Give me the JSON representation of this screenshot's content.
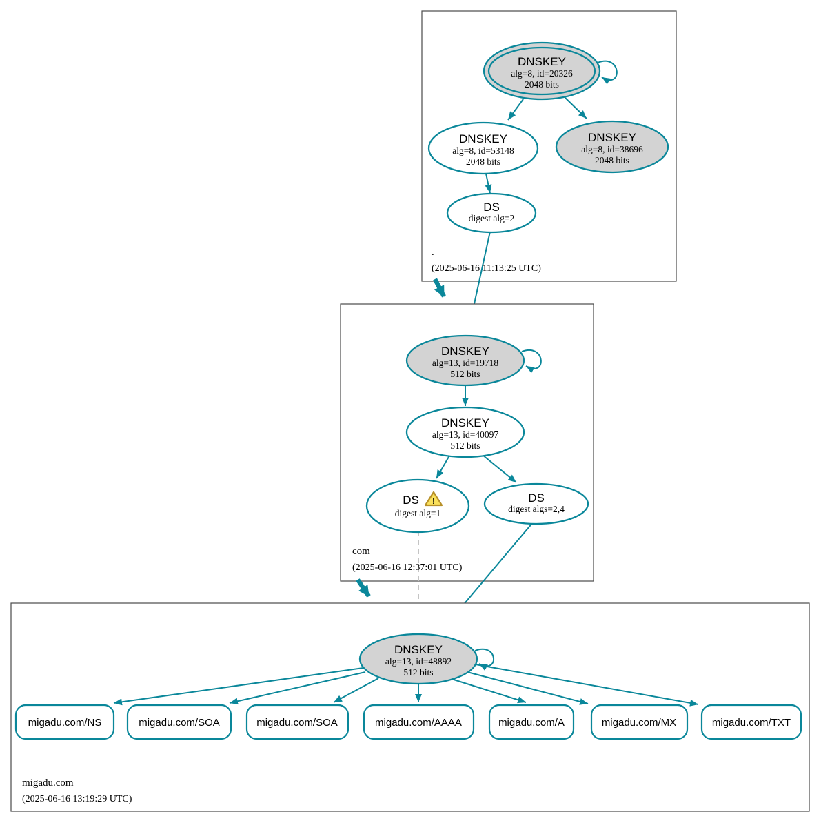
{
  "colors": {
    "secure": "#0a879a",
    "insecure_edge": "#c4c4c4",
    "node_fill_gray": "#d3d3d3",
    "warning_fill": "#fae15c",
    "warning_border": "#b8912a"
  },
  "zones": {
    "root": {
      "label": ".",
      "timestamp": "(2025-06-16 11:13:25 UTC)"
    },
    "com": {
      "label": "com",
      "timestamp": "(2025-06-16 12:37:01 UTC)"
    },
    "migadu": {
      "label": "migadu.com",
      "timestamp": "(2025-06-16 13:19:29 UTC)"
    }
  },
  "nodes": {
    "root_ksk": {
      "title": "DNSKEY",
      "detail1": "alg=8, id=20326",
      "detail2": "2048 bits"
    },
    "root_zsk": {
      "title": "DNSKEY",
      "detail1": "alg=8, id=53148",
      "detail2": "2048 bits"
    },
    "root_ksk2": {
      "title": "DNSKEY",
      "detail1": "alg=8, id=38696",
      "detail2": "2048 bits"
    },
    "root_ds": {
      "title": "DS",
      "detail1": "digest alg=2"
    },
    "com_ksk": {
      "title": "DNSKEY",
      "detail1": "alg=13, id=19718",
      "detail2": "512 bits"
    },
    "com_zsk": {
      "title": "DNSKEY",
      "detail1": "alg=13, id=40097",
      "detail2": "512 bits"
    },
    "com_ds1": {
      "title": "DS",
      "detail1": "digest alg=1",
      "warning": "!"
    },
    "com_ds24": {
      "title": "DS",
      "detail1": "digest algs=2,4"
    },
    "migadu_ksk": {
      "title": "DNSKEY",
      "detail1": "alg=13, id=48892",
      "detail2": "512 bits"
    }
  },
  "rrsets": [
    {
      "label": "migadu.com/NS"
    },
    {
      "label": "migadu.com/SOA"
    },
    {
      "label": "migadu.com/SOA"
    },
    {
      "label": "migadu.com/AAAA"
    },
    {
      "label": "migadu.com/A"
    },
    {
      "label": "migadu.com/MX"
    },
    {
      "label": "migadu.com/TXT"
    }
  ]
}
